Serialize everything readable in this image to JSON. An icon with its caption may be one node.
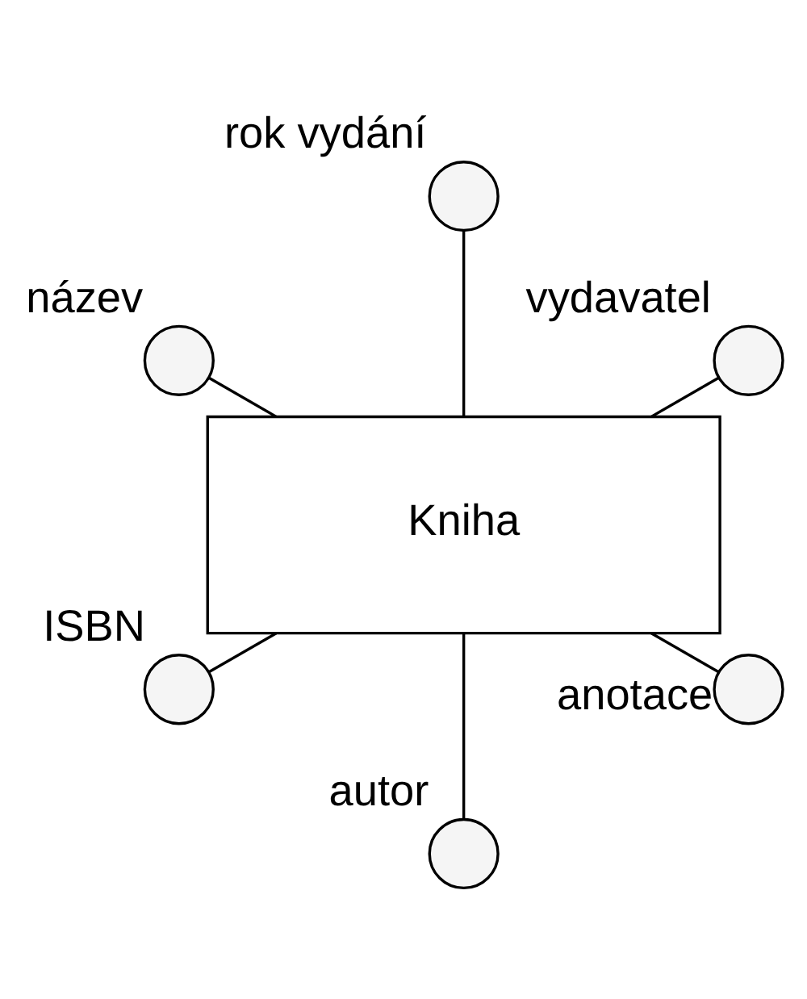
{
  "diagram": {
    "nodes": [
      {
        "text": [],
        "shape": "circle",
        "beside": [
          "vydavatel"
        ]
      },
      {
        "text": [],
        "shape": "circle",
        "beside": [
          "rok vydání"
        ]
      },
      {
        "text": [],
        "shape": "circle",
        "beside": [
          "název"
        ]
      },
      {
        "text": [],
        "shape": "circle",
        "beside": [
          "ISBN"
        ]
      },
      {
        "text": [
          "Kniha"
        ]
      },
      {
        "text": [],
        "shape": "circle",
        "beside": [
          "autor"
        ]
      },
      {
        "text": [],
        "shape": "circle",
        "beside": [
          "anotace"
        ]
      }
    ],
    "edges": [
      {
        "from": 4,
        "to": 0,
        "arrow": "none"
      },
      {
        "from": 4,
        "to": 1,
        "arrow": "none"
      },
      {
        "from": 4,
        "to": 2,
        "arrow": "none"
      },
      {
        "from": 4,
        "to": 3,
        "arrow": "none"
      },
      {
        "from": 4,
        "to": 5,
        "arrow": "none"
      },
      {
        "from": 4,
        "to": 6,
        "arrow": "none"
      }
    ]
  }
}
